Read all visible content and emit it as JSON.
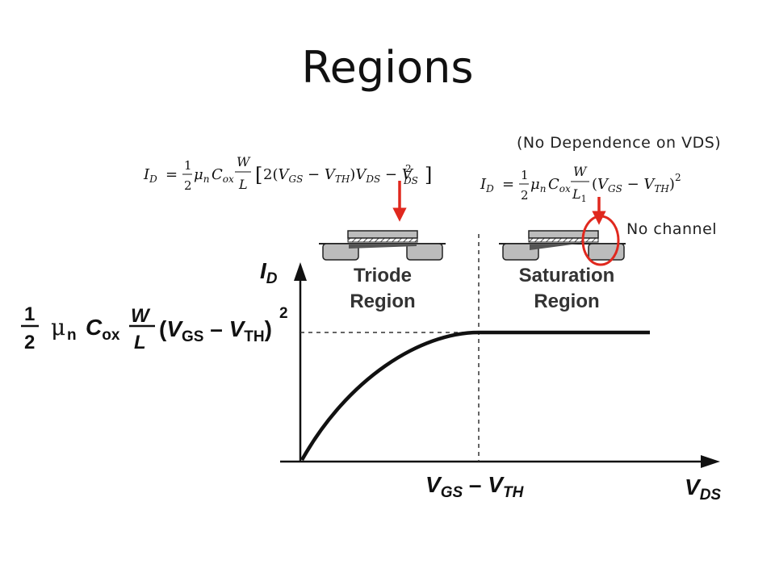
{
  "slide": {
    "title": "Regions",
    "note_dependence": "(No Dependence on VDS)",
    "note_channel": "No channel"
  },
  "triode_eq": {
    "lhs": "I",
    "lhs_sub": "D",
    "eq": "=",
    "num": "1",
    "den": "2",
    "mu": "μ",
    "mu_sub": "n",
    "cox": "C",
    "cox_sub": "ox",
    "w": "W",
    "l": "L",
    "bracket_open": "[",
    "two": "2(",
    "v1": "V",
    "v1_sub": "GS",
    "minus1": " − ",
    "v2": "V",
    "v2_sub": "TH",
    "close_paren": ")",
    "v3": "V",
    "v3_sub": "DS",
    "minus2": " − ",
    "v4": "V",
    "v4_sup": "2",
    "v4_sub": "DS",
    "bracket_close": "]"
  },
  "sat_eq": {
    "lhs": "I",
    "lhs_sub": "D",
    "eq": "=",
    "num": "1",
    "den": "2",
    "mu": "μ",
    "mu_sub": "n",
    "cox": "C",
    "cox_sub": "ox",
    "w": "W",
    "l": "L",
    "l_sub": "1",
    "open": "(",
    "v1": "V",
    "v1_sub": "GS",
    "minus": " − ",
    "v2": "V",
    "v2_sub": "TH",
    "close": ")",
    "sup": "2"
  },
  "graph": {
    "y_axis_label": "I",
    "y_axis_sub": "D",
    "x_axis_label": "V",
    "x_axis_sub": "DS",
    "x_tick_label": "V",
    "x_tick_sub1": "GS",
    "x_tick_minus": " – ",
    "x_tick_v": "V",
    "x_tick_sub2": "TH",
    "region_left_line1": "Triode",
    "region_left_line2": "Region",
    "region_right_line1": "Saturation",
    "region_right_line2": "Region"
  },
  "y_level_label": {
    "num": "1",
    "den": "2",
    "mu": "μ",
    "mu_sub": "n",
    "cox": "C",
    "cox_sub": "ox",
    "w": "W",
    "l": "L",
    "open": "(",
    "v1": "V",
    "v1_sub": "GS",
    "minus": " – ",
    "v2": "V",
    "v2_sub": "TH",
    "close": ")",
    "sup": "2"
  },
  "colors": {
    "arrow_red": "#e0281e",
    "ink": "#111111"
  }
}
